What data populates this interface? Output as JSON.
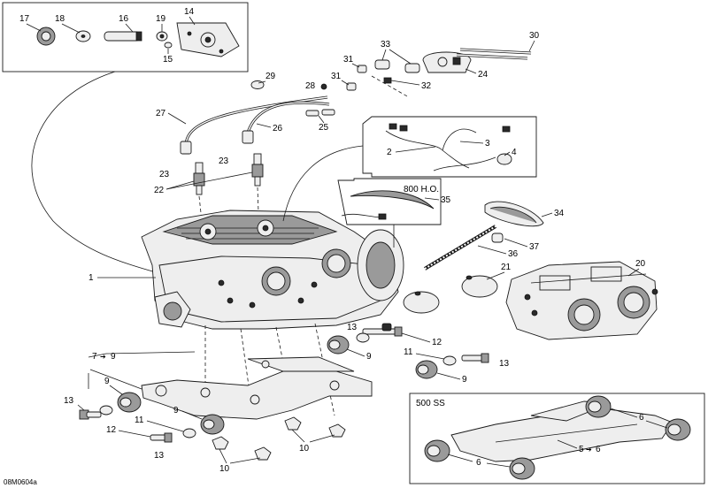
{
  "callouts": {
    "c1": "1",
    "c2": "2",
    "c3": "3",
    "c4": "4",
    "c6a": "6",
    "c6b": "6",
    "c7": "7",
    "c9_7": "9",
    "c9a": "9",
    "c9b": "9",
    "c9c": "9",
    "c9d": "9",
    "c10a": "10",
    "c10b": "10",
    "c11a": "11",
    "c11b": "11",
    "c12a": "12",
    "c12b": "12",
    "c13a": "13",
    "c13b": "13",
    "c13c": "13",
    "c13d": "13",
    "c14": "14",
    "c15": "15",
    "c16": "16",
    "c17": "17",
    "c18": "18",
    "c19": "19",
    "c20": "20",
    "c21": "21",
    "c22": "22",
    "c23a": "23",
    "c23b": "23",
    "c24": "24",
    "c25": "25",
    "c26": "26",
    "c27": "27",
    "c28": "28",
    "c29": "29",
    "c30": "30",
    "c31a": "31",
    "c31b": "31",
    "c32": "32",
    "c33": "33",
    "c34": "34",
    "c35": "35",
    "c36": "36",
    "c37": "37",
    "c5": "5",
    "c6_5": "6"
  },
  "variants": {
    "ho_label": "800 H.O.",
    "ss_label": "500 SS"
  },
  "figure_code": "08M0604a"
}
